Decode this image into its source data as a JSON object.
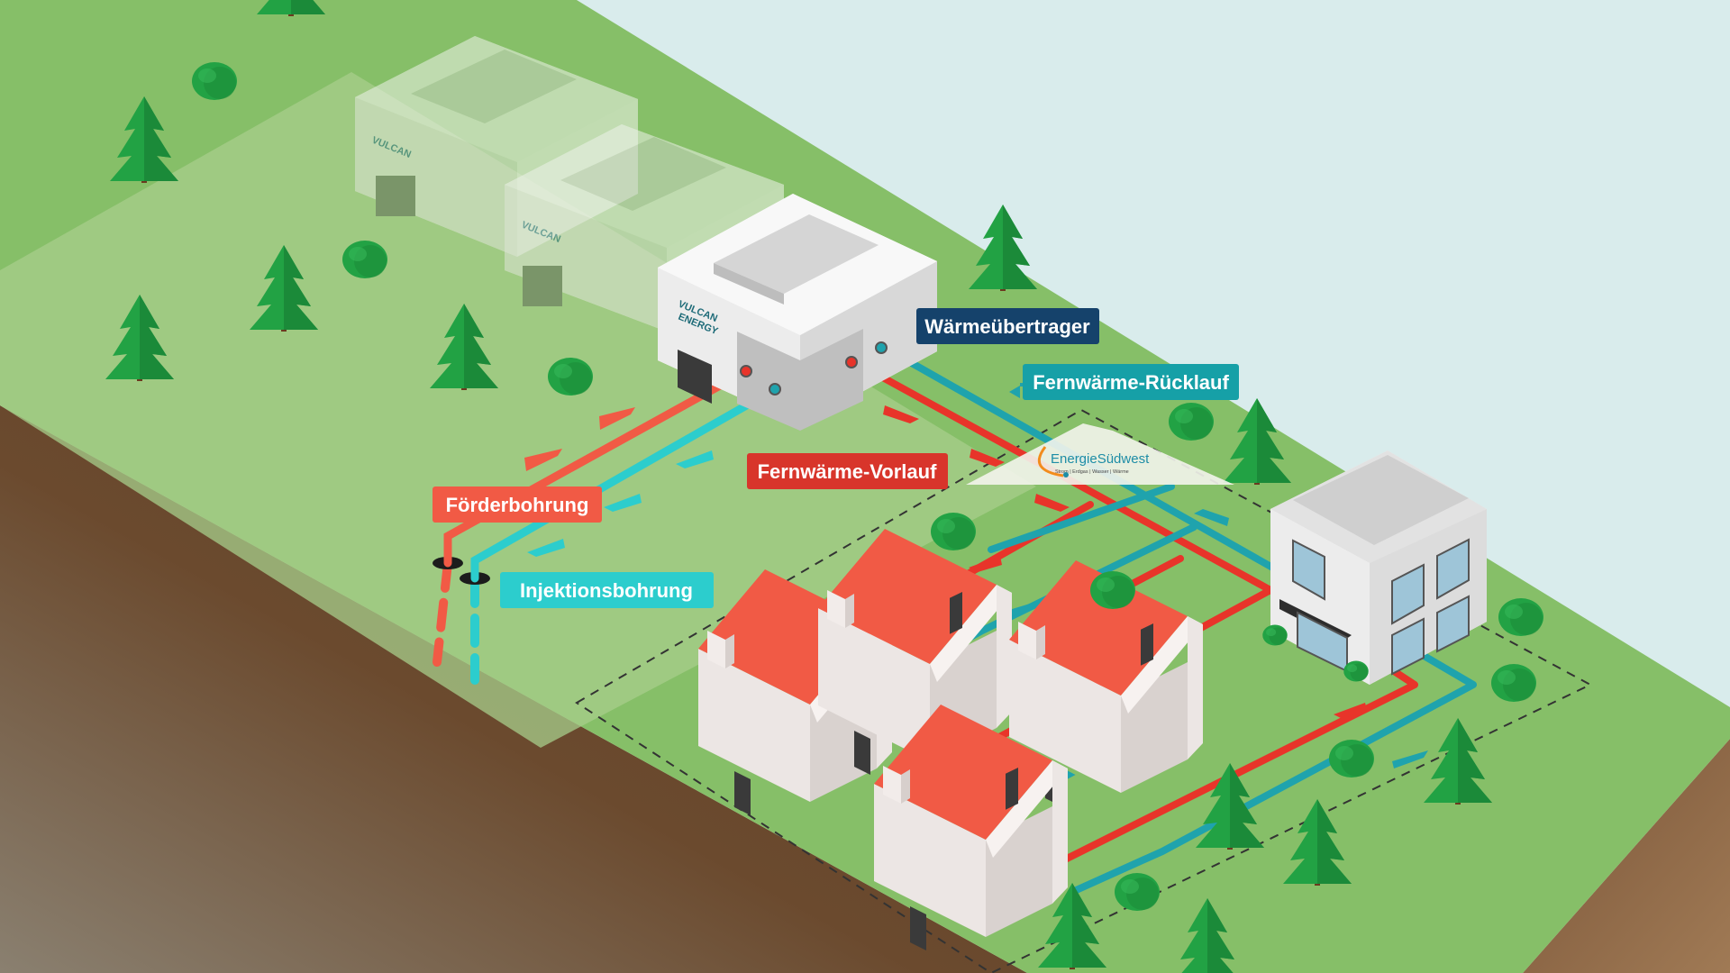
{
  "labels": {
    "heat_exchanger": "Wärmeübertrager",
    "district_return": "Fernwärme-Rücklauf",
    "district_supply": "Fernwärme-Vorlauf",
    "production_well": "Förderbohrung",
    "injection_well": "Injektionsbohrung"
  },
  "brand": {
    "plant_logo_line1": "VULCAN",
    "plant_logo_line2": "ENERGY",
    "utility_logo": "EnergieSüdwest",
    "utility_tagline": "Strom | Erdgas | Wasser | Wärme"
  },
  "colors": {
    "hot_pipe": "#e8342a",
    "cold_pipe": "#1fa3ad",
    "production_label_bg": "#f15a45",
    "injection_label_bg": "#2ccdcd",
    "exchanger_label_bg": "#15426b",
    "return_label_bg": "#16a0a7",
    "supply_label_bg": "#d8352b",
    "roof": "#f55a47",
    "grass": "#86bf68",
    "soil": "#6e4c30",
    "tree": "#21a043"
  }
}
